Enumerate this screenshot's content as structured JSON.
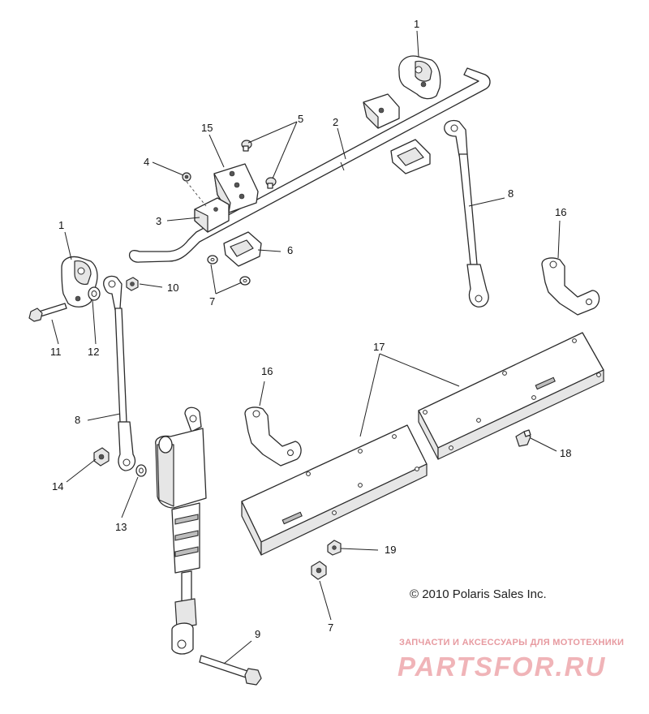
{
  "callouts": [
    "1",
    "2",
    "3",
    "4",
    "5",
    "6",
    "7",
    "8",
    "9",
    "10",
    "11",
    "12",
    "13",
    "14",
    "15",
    "16",
    "17",
    "18",
    "19"
  ],
  "copyright": "© 2010 Polaris Sales Inc.",
  "watermark": {
    "tagline": "ЗАПЧАСТИ И АКСЕССУАРЫ ДЛЯ МОТОТЕХНИКИ",
    "logo": "PARTSFOR.RU",
    "color": "#f0b4b8"
  }
}
